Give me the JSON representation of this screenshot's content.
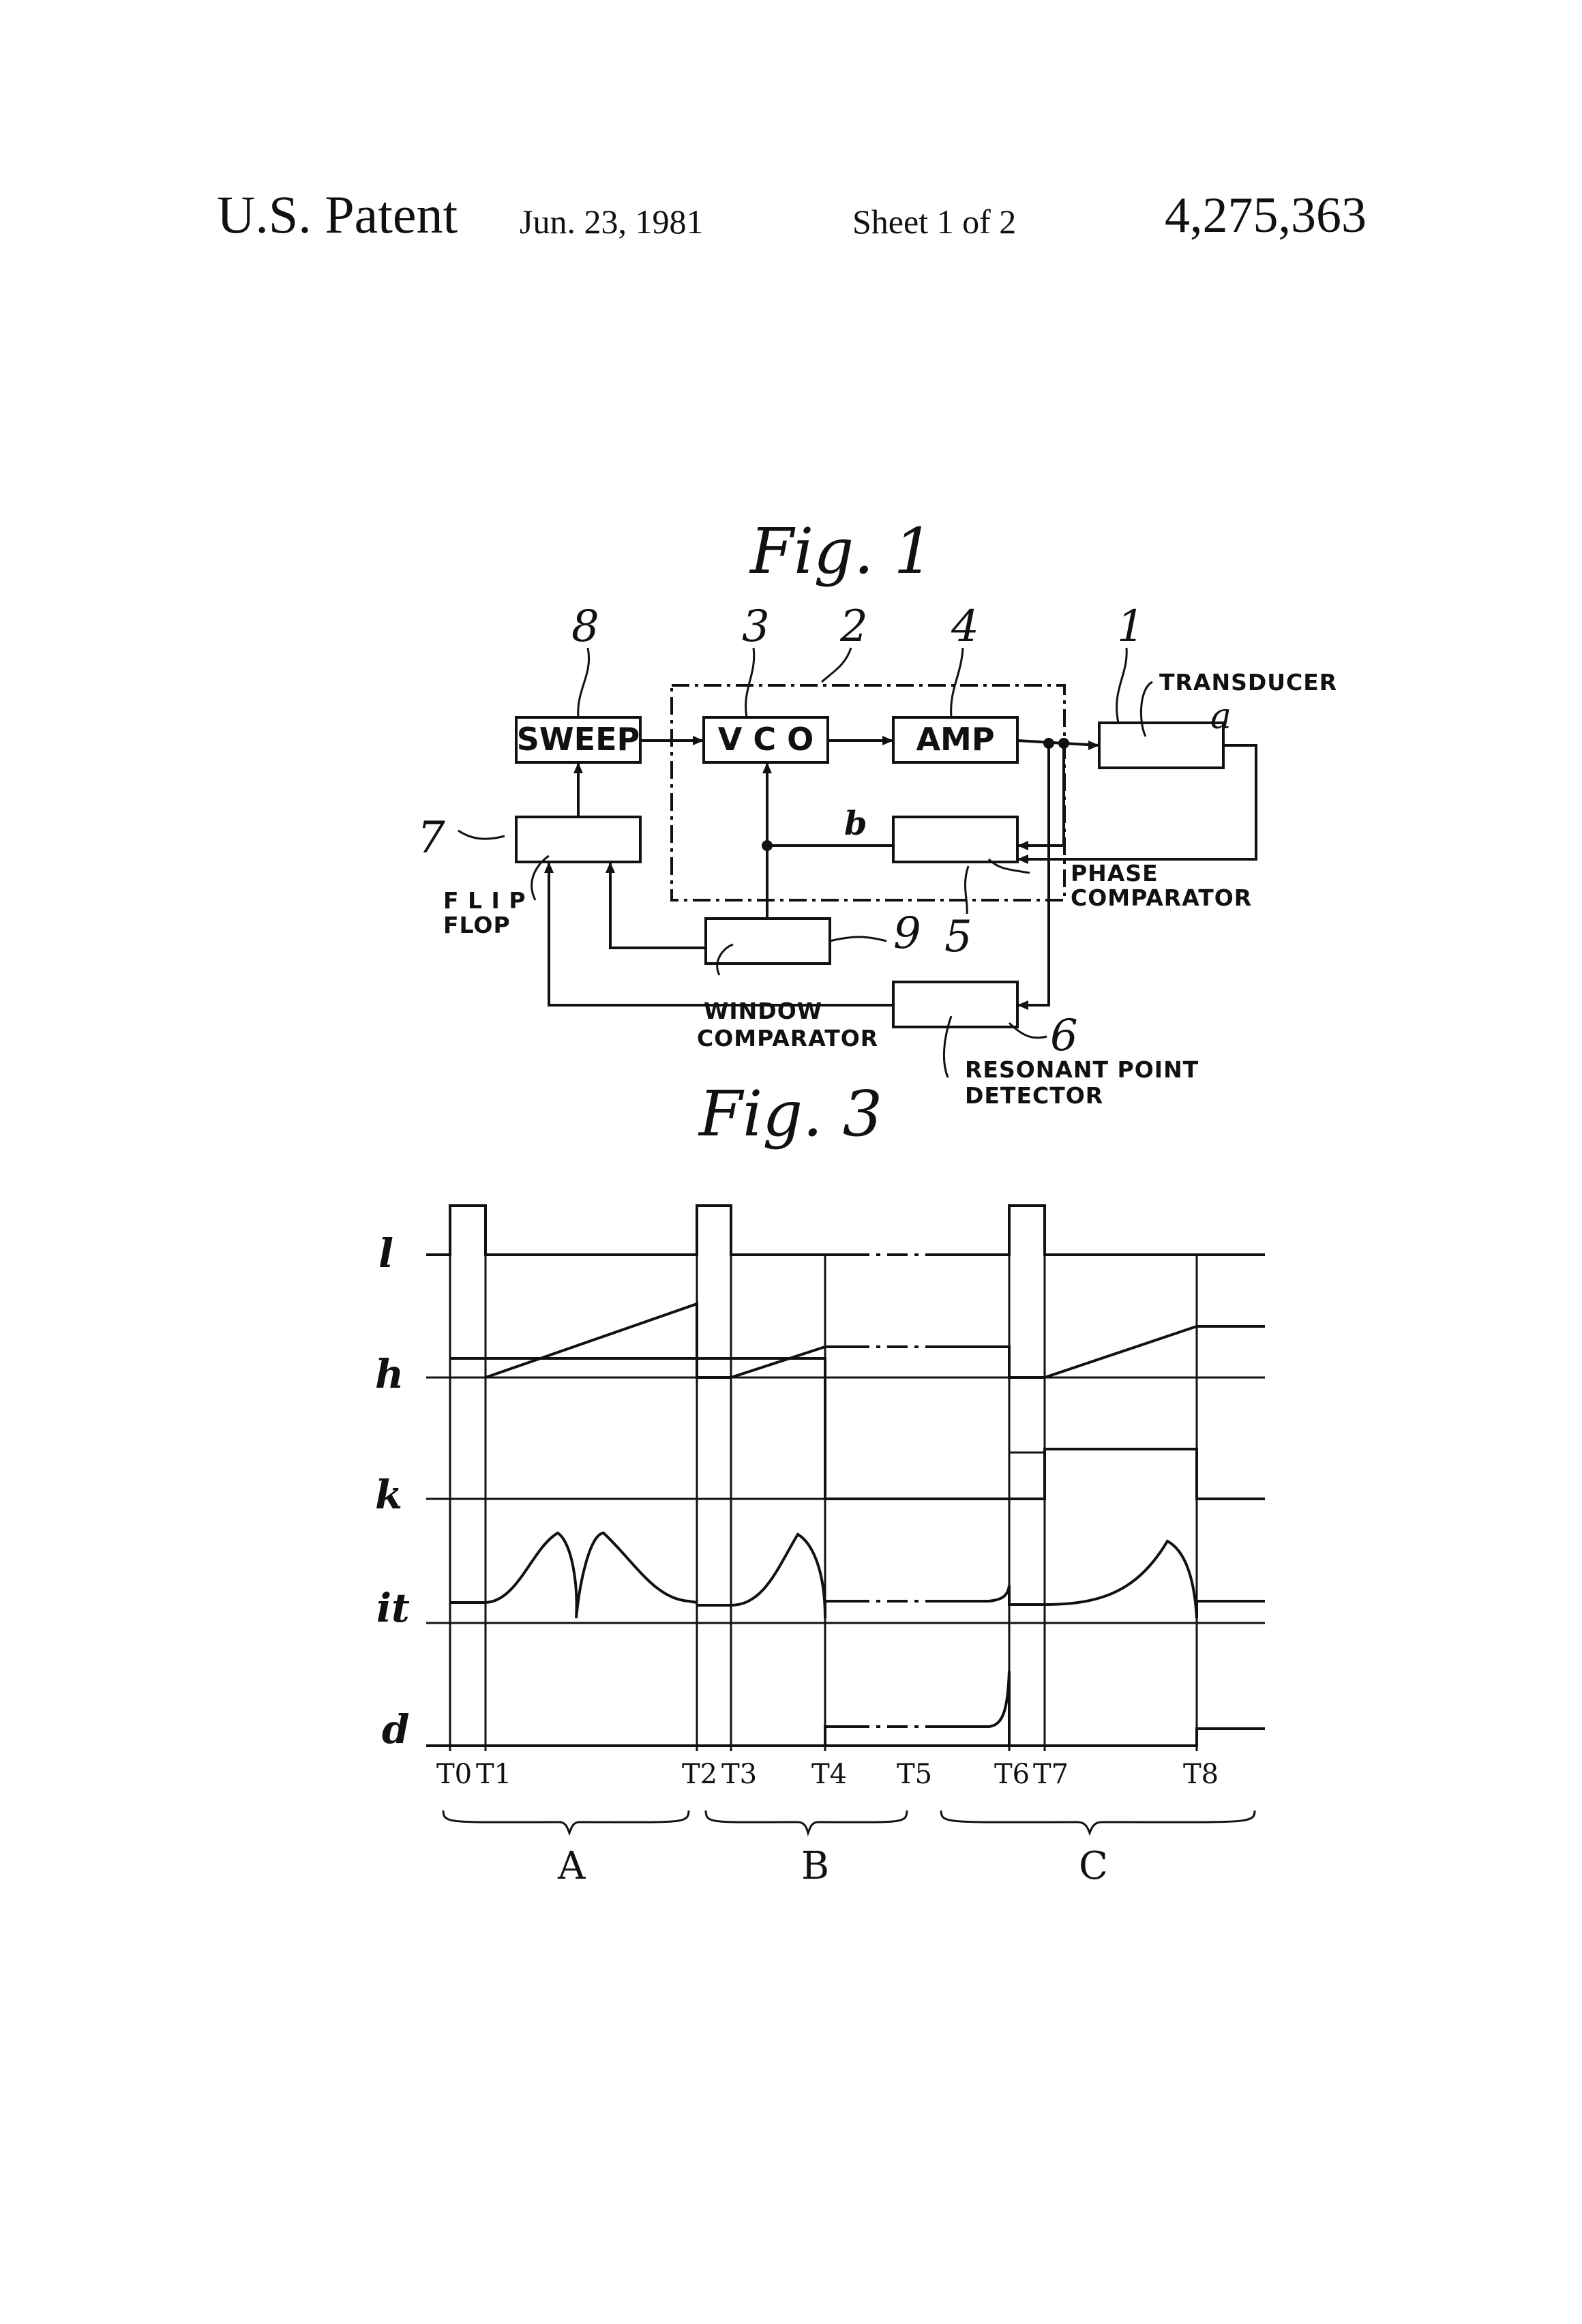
{
  "header": {
    "title": "U.S. Patent",
    "date": "Jun. 23, 1981",
    "sheet": "Sheet 1 of 2",
    "patent_number": "4,275,363"
  },
  "fig1": {
    "caption": "Fig. 1",
    "blocks": {
      "sweep": "SWEEP",
      "vco": "V C O",
      "amp": "AMP"
    },
    "labels": {
      "transducer": "TRANSDUCER",
      "phase_comparator_1": "PHASE",
      "phase_comparator_2": "COMPARATOR",
      "flip_flop_1": "F L I P",
      "flip_flop_2": "FLOP",
      "window_comparator_1": "WINDOW",
      "window_comparator_2": "COMPARATOR",
      "resonant_1": "RESONANT  POINT",
      "resonant_2": "DETECTOR"
    },
    "refs": {
      "r8": "8",
      "r3": "3",
      "r2": "2",
      "r4": "4",
      "r1": "1",
      "r7": "7",
      "r9": "9",
      "r5": "5",
      "r6": "6",
      "sig_a": "a",
      "sig_b": "b"
    }
  },
  "fig3": {
    "caption": "Fig. 3",
    "signals": [
      "l",
      "h",
      "k",
      "it",
      "d"
    ],
    "time_labels": [
      "T0",
      "T1",
      "T2",
      "T3",
      "T4",
      "T5",
      "T6",
      "T7",
      "T8"
    ],
    "regions": [
      "A",
      "B",
      "C"
    ]
  }
}
